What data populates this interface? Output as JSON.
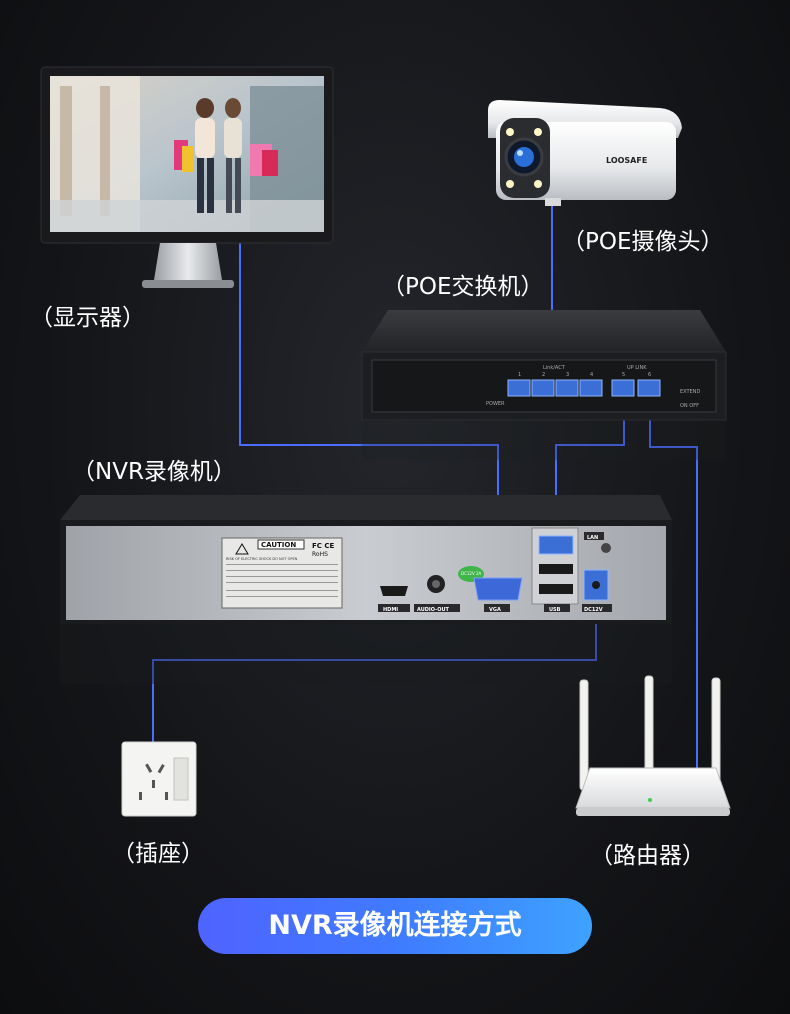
{
  "labels": {
    "monitor": "（显示器）",
    "camera": "（POE摄像头）",
    "switch": "（POE交换机）",
    "nvr": "（NVR录像机）",
    "socket": "（插座）",
    "router": "（路由器）"
  },
  "title": "NVR录像机连接方式",
  "camera_brand": "LOOSAFE",
  "switch_panel": {
    "link_act": "Link/ACT",
    "uplink": "UP LINK",
    "power": "POWER",
    "extend": "EXTEND",
    "on_off": "ON  OFF",
    "ports": [
      "1",
      "2",
      "3",
      "4",
      "5",
      "6"
    ]
  },
  "nvr_panel": {
    "caution": "CAUTION",
    "caution_sub": "RISK OF ELECTRIC SHOCK DO NOT OPEN",
    "fc_ce": "FC CE",
    "rohs": "RoHS",
    "hdmi": "HDMI",
    "audio_out": "AUDIO-OUT",
    "vga": "VGA",
    "usb": "USB",
    "lan": "LAN",
    "dc": "DC12V",
    "dc_badge": "DC12V 2A"
  },
  "colors": {
    "cable": "#4a6cff",
    "title_start": "#4f63ff",
    "title_end": "#3ea2ff"
  }
}
